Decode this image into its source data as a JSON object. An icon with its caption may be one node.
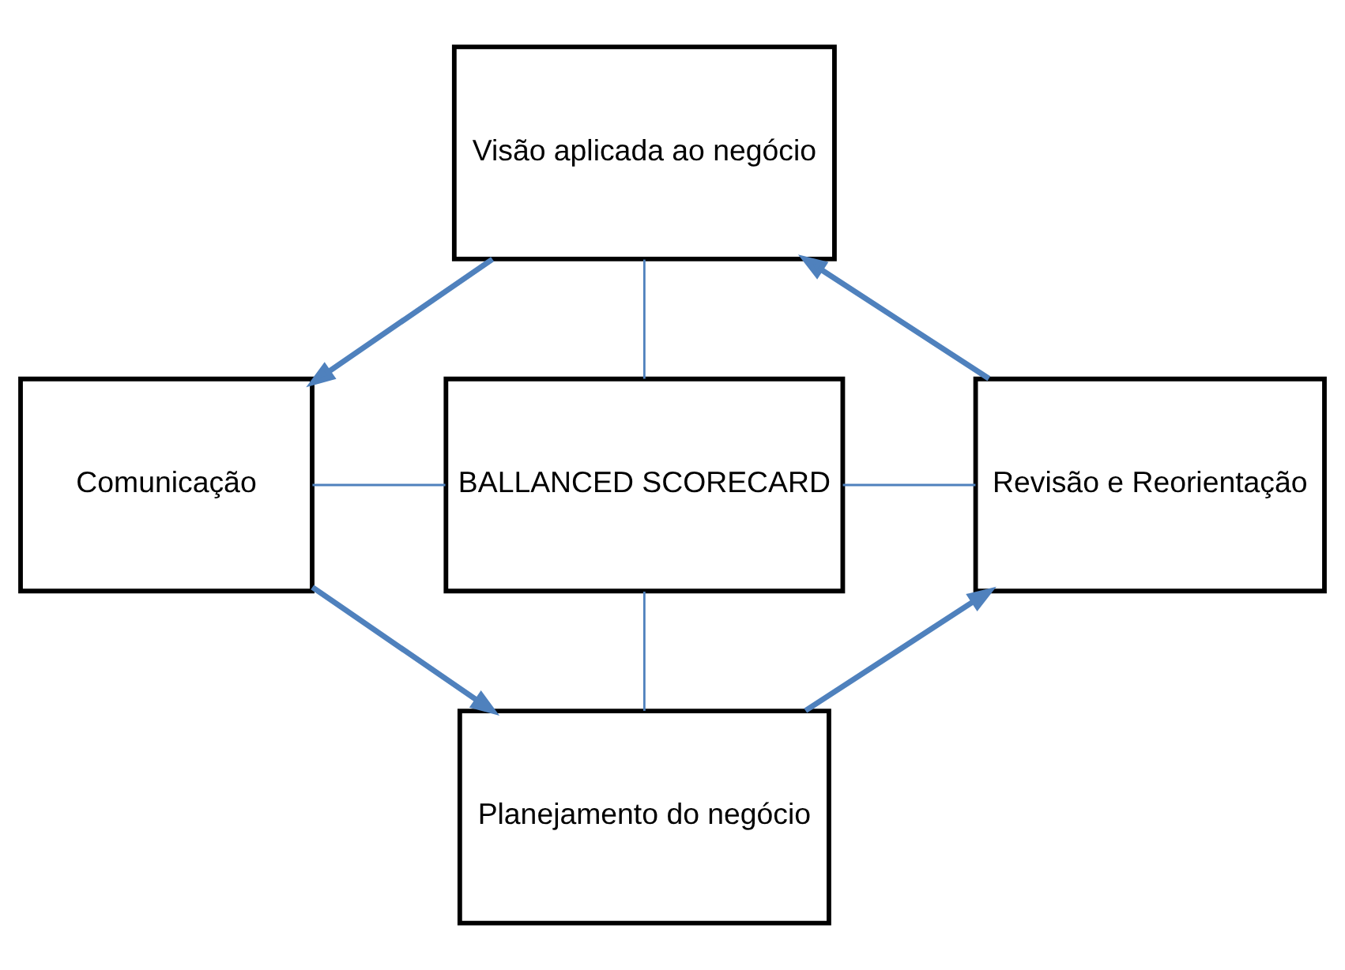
{
  "diagram": {
    "nodes": [
      {
        "text": [
          "Visão aplicada ao negócio"
        ]
      },
      {
        "text": [
          "Comunicação"
        ]
      },
      {
        "text": [
          "BALLANCED SCORECARD"
        ]
      },
      {
        "text": [
          "Revisão e Reorientação"
        ]
      },
      {
        "text": [
          "Planejamento do negócio"
        ]
      }
    ],
    "edges": [
      {
        "from": 0,
        "to": 1,
        "arrow": "to",
        "style": "thick"
      },
      {
        "from": 1,
        "to": 4,
        "arrow": "to",
        "style": "thick"
      },
      {
        "from": 4,
        "to": 3,
        "arrow": "to",
        "style": "thick"
      },
      {
        "from": 3,
        "to": 0,
        "arrow": "to",
        "style": "thick"
      },
      {
        "from": 0,
        "to": 2,
        "arrow": "none"
      },
      {
        "from": 1,
        "to": 2,
        "arrow": "none"
      },
      {
        "from": 2,
        "to": 3,
        "arrow": "none"
      },
      {
        "from": 2,
        "to": 4,
        "arrow": "none"
      }
    ]
  }
}
